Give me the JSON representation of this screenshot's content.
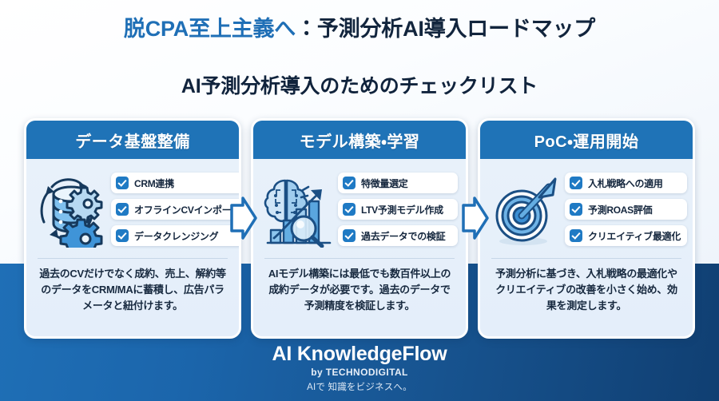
{
  "header": {
    "title_accent": "脱CPA至上主義へ",
    "title_rest": "：予測分析AI導入ロードマップ",
    "subtitle": "AI予測分析導入のためのチェックリスト"
  },
  "colors": {
    "accent": "#1f6fb6",
    "card_header": "#1f73b7",
    "checkbox": "#1f7ac4",
    "footer_gradient_start": "#1f6fb6",
    "footer_gradient_end": "#103f72",
    "title_dark": "#12253d"
  },
  "cards": [
    {
      "title": "データ基盤整備",
      "icon": "database-gears-icon",
      "checks": [
        "CRM連携",
        "オフラインCVインポート",
        "データクレンジング"
      ],
      "description": "過去のCVだけでなく成約、売上、解約等のデータをCRM/MAに蓄積し、広告パラメータと紐付けます。"
    },
    {
      "title": "モデル構築・学習",
      "icon": "brain-chart-icon",
      "checks": [
        "特徴量選定",
        "LTV予測モデル作成",
        "過去データでの検証"
      ],
      "description": "AIモデル構築には最低でも数百件以上の成約データが必要です。過去のデータで予測精度を検証します。"
    },
    {
      "title": "PoC・運用開始",
      "icon": "target-arrow-icon",
      "checks": [
        "入札戦略への適用",
        "予測ROAS評価",
        "クリエイティブ最適化"
      ],
      "description": "予測分析に基づき、入札戦略の最適化やクリエイティブの改善を小さく始め、効果を測定します。"
    }
  ],
  "connectors": [
    {
      "name": "arrow-step1-to-step2"
    },
    {
      "name": "arrow-step2-to-step3"
    }
  ],
  "footer": {
    "brand": "AI KnowledgeFlow",
    "by": "by TECHNODIGITAL",
    "tagline": "AIで 知識をビジネスへ。"
  }
}
